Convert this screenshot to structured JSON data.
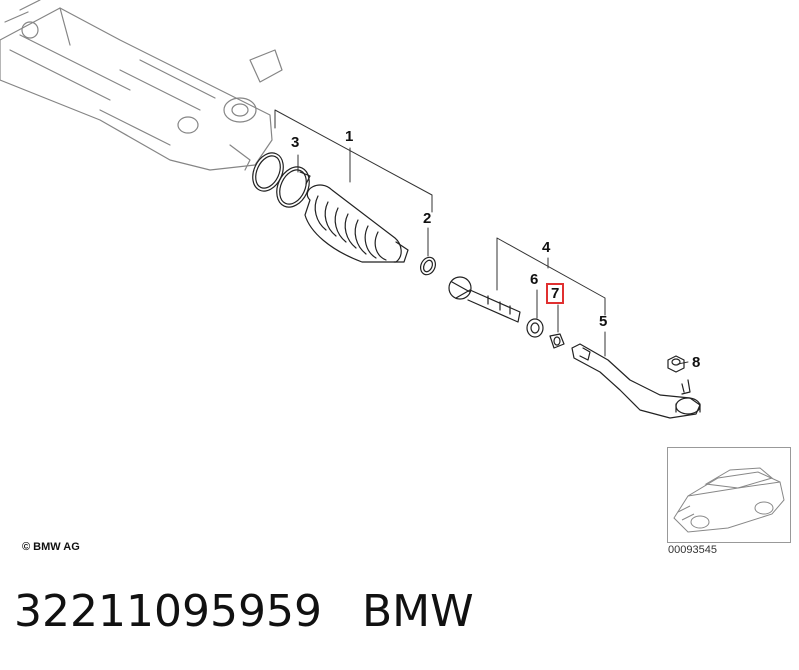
{
  "callouts": {
    "c1": "1",
    "c2": "2",
    "c3": "3",
    "c4": "4",
    "c5": "5",
    "c6": "6",
    "c7": "7",
    "c8": "8"
  },
  "highlight_color": "#e03030",
  "copyright": "© BMW AG",
  "diagram_ref": "00093545",
  "caption": {
    "part_number": "32211095959",
    "brand": "BMW"
  }
}
